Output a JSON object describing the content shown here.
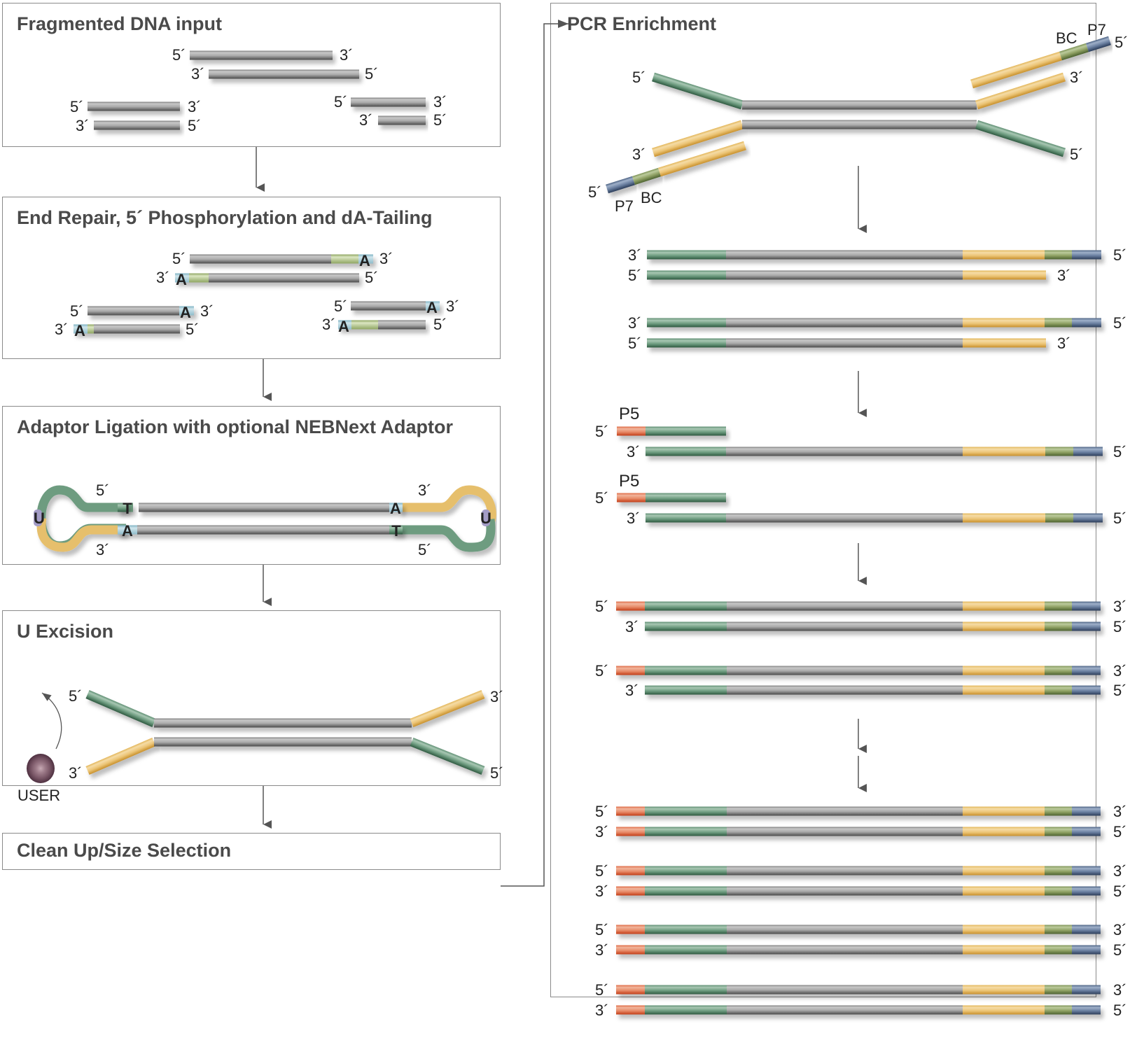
{
  "panels": {
    "fragmented": {
      "title": "Fragmented DNA input"
    },
    "endrepair": {
      "title": "End Repair, 5´ Phosphorylation and dA-Tailing"
    },
    "ligation": {
      "title": "Adaptor Ligation with optional NEBNext Adaptor"
    },
    "excision": {
      "title": "U Excision",
      "enzyme_label": "USER"
    },
    "cleanup": {
      "title": "Clean Up/Size Selection"
    },
    "pcr": {
      "title": "PCR Enrichment"
    }
  },
  "labels": {
    "five_prime": "5´",
    "three_prime": "3´",
    "base_a": "A",
    "base_t": "T",
    "base_u": "U",
    "p5": "P5",
    "p7": "P7",
    "bc": "BC"
  },
  "colors": {
    "insert": "#a8a8a8",
    "adaptor_green": "#5f8f73",
    "adaptor_yellow": "#e3b65a",
    "barcode": "#7d9255",
    "p7": "#4d6384",
    "p5": "#de6a45",
    "a_tail": "#9cc6d3",
    "repair_fill": "#b7c98a",
    "uracil": "#a39cc6",
    "user_enzyme": "#6e4a5a",
    "p5_text": "#d2451f",
    "p7_text": "#2c3d5a",
    "bc_text": "#4c5c22",
    "border": "#8a8a8a"
  }
}
